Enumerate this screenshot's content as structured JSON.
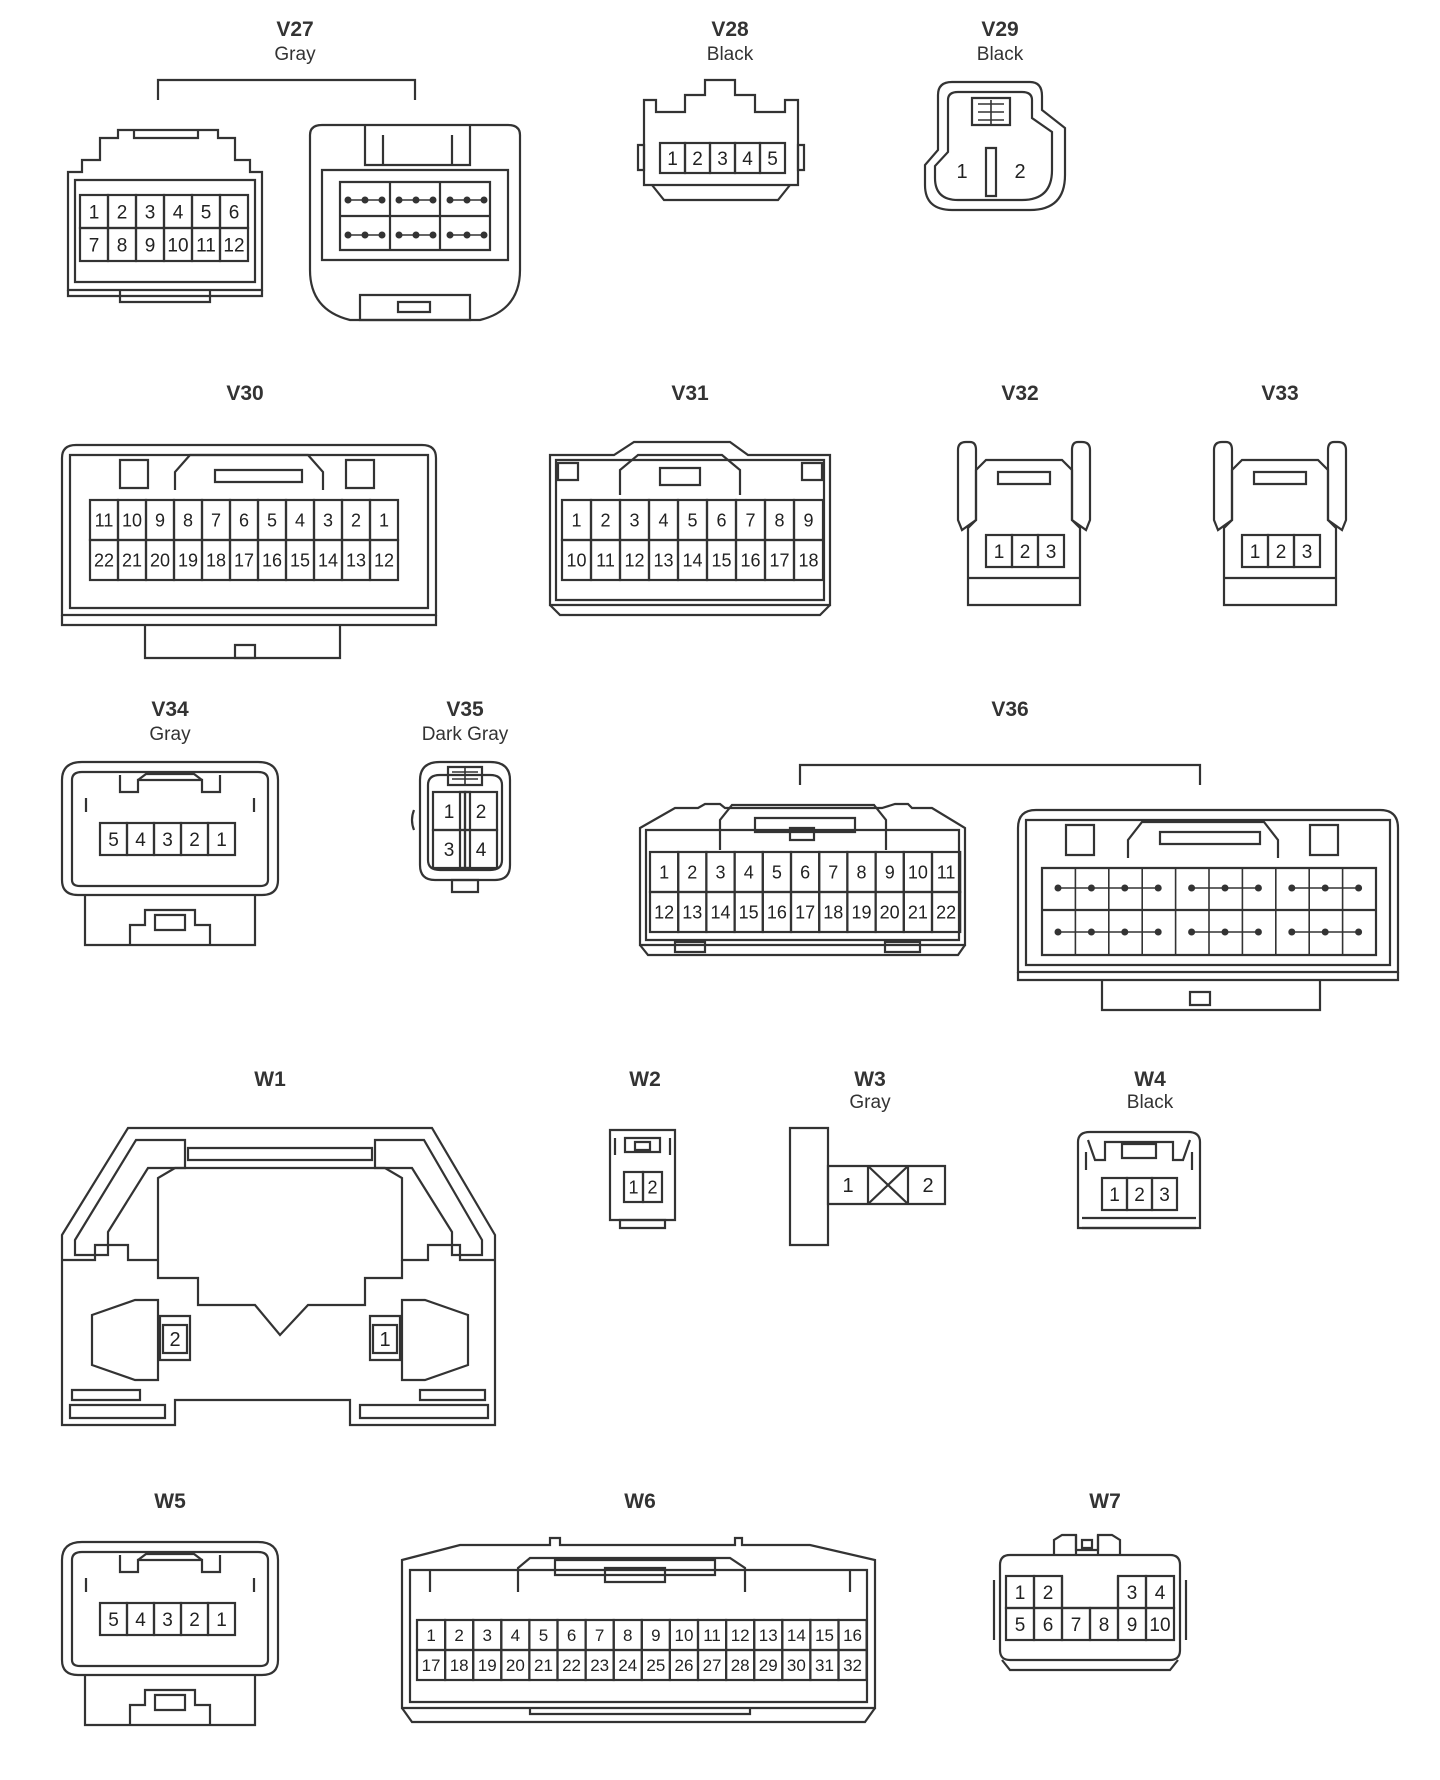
{
  "connectors": {
    "V27": {
      "code": "V27",
      "color": "Gray",
      "pins": [
        "1",
        "2",
        "3",
        "4",
        "5",
        "6",
        "7",
        "8",
        "9",
        "10",
        "11",
        "12"
      ]
    },
    "V28": {
      "code": "V28",
      "color": "Black",
      "pins": [
        "1",
        "2",
        "3",
        "4",
        "5"
      ]
    },
    "V29": {
      "code": "V29",
      "color": "Black",
      "pins": [
        "1",
        "2"
      ]
    },
    "V30": {
      "code": "V30",
      "pins": [
        "11",
        "10",
        "9",
        "8",
        "7",
        "6",
        "5",
        "4",
        "3",
        "2",
        "1",
        "22",
        "21",
        "20",
        "19",
        "18",
        "17",
        "16",
        "15",
        "14",
        "13",
        "12"
      ]
    },
    "V31": {
      "code": "V31",
      "pins": [
        "1",
        "2",
        "3",
        "4",
        "5",
        "6",
        "7",
        "8",
        "9",
        "10",
        "11",
        "12",
        "13",
        "14",
        "15",
        "16",
        "17",
        "18"
      ]
    },
    "V32": {
      "code": "V32",
      "pins": [
        "1",
        "2",
        "3"
      ]
    },
    "V33": {
      "code": "V33",
      "pins": [
        "1",
        "2",
        "3"
      ]
    },
    "V34": {
      "code": "V34",
      "color": "Gray",
      "pins": [
        "5",
        "4",
        "3",
        "2",
        "1"
      ]
    },
    "V35": {
      "code": "V35",
      "color": "Dark Gray",
      "pins": [
        "1",
        "2",
        "3",
        "4"
      ]
    },
    "V36": {
      "code": "V36",
      "pins": [
        "1",
        "2",
        "3",
        "4",
        "5",
        "6",
        "7",
        "8",
        "9",
        "10",
        "11",
        "12",
        "13",
        "14",
        "15",
        "16",
        "17",
        "18",
        "19",
        "20",
        "21",
        "22"
      ]
    },
    "W1": {
      "code": "W1",
      "pins": [
        "2",
        "1"
      ]
    },
    "W2": {
      "code": "W2",
      "pins": [
        "1",
        "2"
      ]
    },
    "W3": {
      "code": "W3",
      "color": "Gray",
      "pins": [
        "1",
        "2"
      ]
    },
    "W4": {
      "code": "W4",
      "color": "Black",
      "pins": [
        "1",
        "2",
        "3"
      ]
    },
    "W5": {
      "code": "W5",
      "pins": [
        "5",
        "4",
        "3",
        "2",
        "1"
      ]
    },
    "W6": {
      "code": "W6",
      "pins": [
        "1",
        "2",
        "3",
        "4",
        "5",
        "6",
        "7",
        "8",
        "9",
        "10",
        "11",
        "12",
        "13",
        "14",
        "15",
        "16",
        "17",
        "18",
        "19",
        "20",
        "21",
        "22",
        "23",
        "24",
        "25",
        "26",
        "27",
        "28",
        "29",
        "30",
        "31",
        "32"
      ]
    },
    "W7": {
      "code": "W7",
      "pins": [
        "1",
        "2",
        "3",
        "4",
        "5",
        "6",
        "7",
        "8",
        "9",
        "10"
      ]
    }
  }
}
